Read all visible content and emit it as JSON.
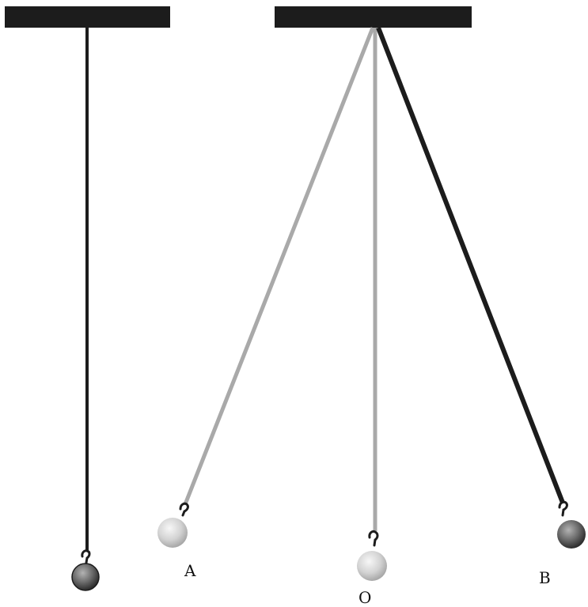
{
  "labels": {
    "a": "A",
    "o": "O",
    "b": "B"
  },
  "colors": {
    "support": "#1c1c1c",
    "dark_string": "#1c1c1c",
    "light_string": "#a9a9a9",
    "light_bob": "#d4d4d4",
    "dark_bob": "#6e6e6e"
  }
}
